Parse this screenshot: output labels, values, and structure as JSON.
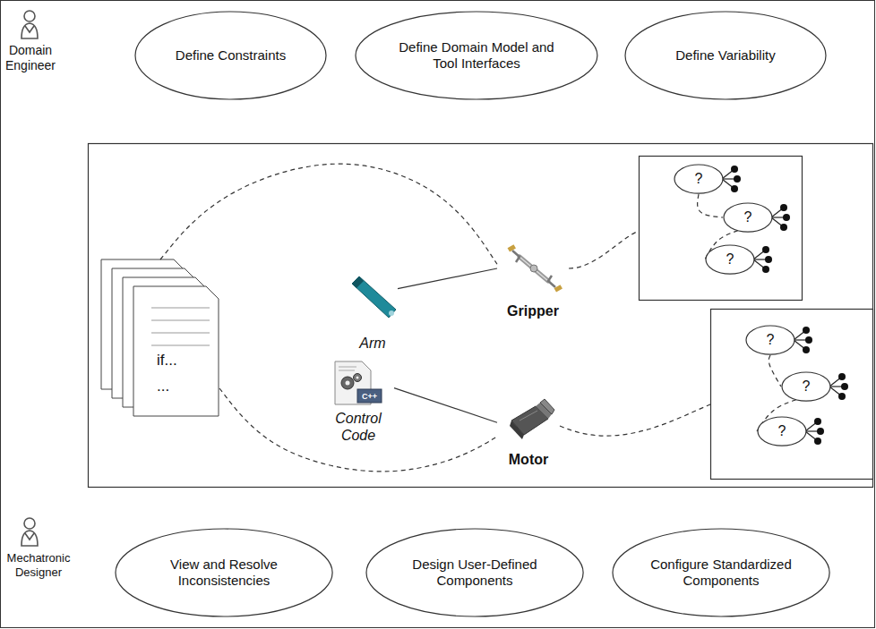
{
  "diagram": {
    "nodes": [
      {
        "text": [
          "Define Constraints"
        ]
      },
      {
        "text": [
          "Define Domain Model and Tool Interfaces"
        ]
      },
      {
        "text": [
          "Define Variability"
        ]
      },
      {
        "text": [
          "if...",
          "..."
        ]
      },
      {
        "text": [
          "Arm"
        ]
      },
      {
        "text": [
          "Gripper"
        ]
      },
      {
        "text": [
          "Control Code"
        ]
      },
      {
        "text": [
          "Motor"
        ]
      },
      {
        "text": [
          "?"
        ]
      },
      {
        "text": [
          "?"
        ]
      },
      {
        "text": [
          "?"
        ]
      },
      {
        "text": [
          "?"
        ]
      },
      {
        "text": [
          "?"
        ]
      },
      {
        "text": [
          "?"
        ]
      },
      {
        "text": [
          "View and Resolve Inconsistencies"
        ]
      },
      {
        "text": [
          "Design User-Defined Components"
        ]
      },
      {
        "text": [
          "Configure Standardized Components"
        ]
      }
    ],
    "edges": [
      {
        "from": 4,
        "to": 5,
        "arrow": "none"
      },
      {
        "from": 3,
        "to": 5,
        "arrow": "none"
      },
      {
        "from": 6,
        "to": 7,
        "arrow": "none"
      },
      {
        "from": 3,
        "to": 7,
        "arrow": "none"
      },
      {
        "from": 8,
        "to": 9,
        "arrow": "none"
      },
      {
        "from": 9,
        "to": 10,
        "arrow": "none"
      },
      {
        "from": 11,
        "to": 12,
        "arrow": "none"
      },
      {
        "from": 12,
        "to": 13,
        "arrow": "none"
      }
    ],
    "labels": [
      "Domain Engineer",
      "C++",
      "Mechatronic Designer"
    ]
  }
}
